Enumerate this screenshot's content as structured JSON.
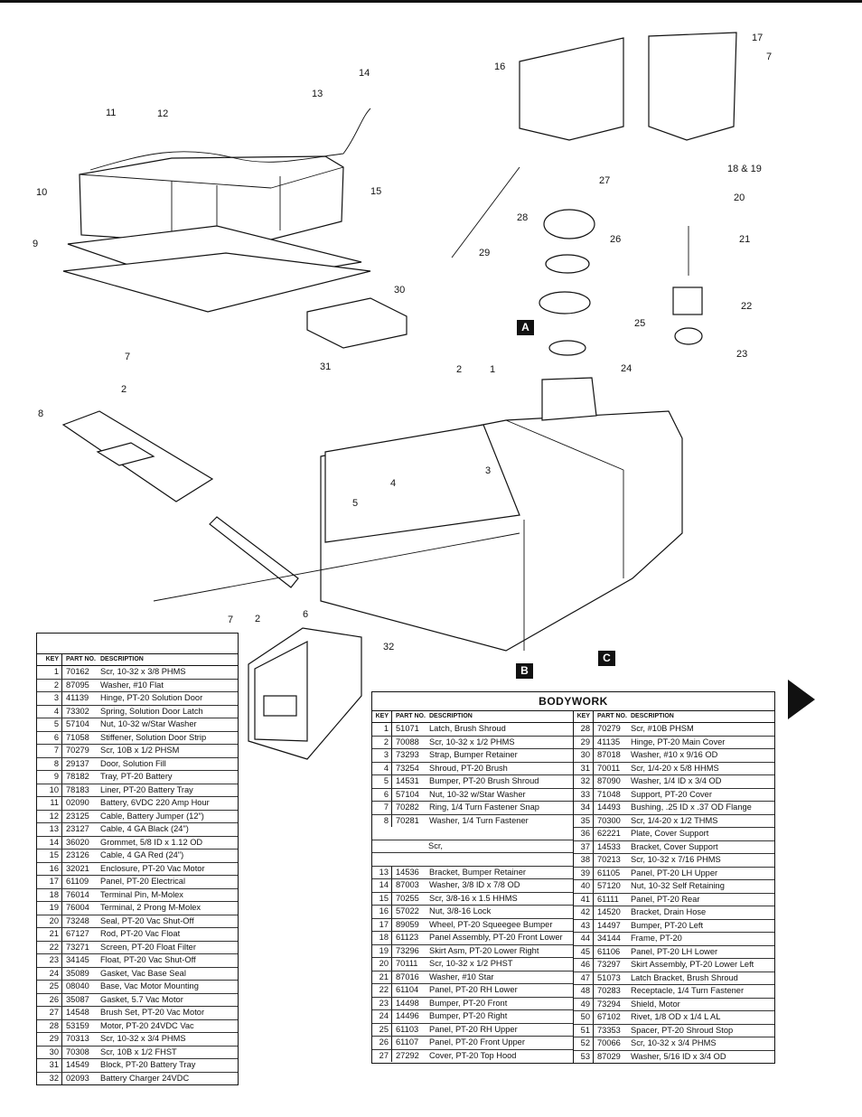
{
  "markers": {
    "a": "A",
    "b": "B",
    "c": "C"
  },
  "callouts": [
    "1",
    "2",
    "2",
    "2",
    "3",
    "4",
    "5",
    "6",
    "7",
    "7",
    "7",
    "8",
    "9",
    "10",
    "11",
    "12",
    "13",
    "14",
    "15",
    "16",
    "17",
    "18 & 19",
    "20",
    "21",
    "22",
    "23",
    "24",
    "25",
    "26",
    "27",
    "28",
    "29",
    "30",
    "31",
    "32"
  ],
  "left_table": {
    "headers": {
      "key": "KEY",
      "part_no": "PART NO.",
      "description": "DESCRIPTION"
    },
    "rows": [
      {
        "key": "1",
        "part": "70162",
        "desc": "Scr, 10-32 x 3/8 PHMS"
      },
      {
        "key": "2",
        "part": "87095",
        "desc": "Washer, #10 Flat"
      },
      {
        "key": "3",
        "part": "41139",
        "desc": "Hinge, PT-20 Solution Door"
      },
      {
        "key": "4",
        "part": "73302",
        "desc": "Spring, Solution Door Latch"
      },
      {
        "key": "5",
        "part": "57104",
        "desc": "Nut, 10-32 w/Star Washer"
      },
      {
        "key": "6",
        "part": "71058",
        "desc": "Stiffener, Solution Door Strip"
      },
      {
        "key": "7",
        "part": "70279",
        "desc": "Scr, 10B x 1/2 PHSM"
      },
      {
        "key": "8",
        "part": "29137",
        "desc": "Door, Solution Fill"
      },
      {
        "key": "9",
        "part": "78182",
        "desc": "Tray, PT-20 Battery"
      },
      {
        "key": "10",
        "part": "78183",
        "desc": "Liner, PT-20 Battery Tray"
      },
      {
        "key": "11",
        "part": "02090",
        "desc": "Battery, 6VDC 220 Amp Hour"
      },
      {
        "key": "12",
        "part": "23125",
        "desc": "Cable, Battery Jumper (12\")"
      },
      {
        "key": "13",
        "part": "23127",
        "desc": "Cable, 4 GA Black (24\")"
      },
      {
        "key": "14",
        "part": "36020",
        "desc": "Grommet, 5/8 ID x 1.12 OD"
      },
      {
        "key": "15",
        "part": "23126",
        "desc": "Cable, 4 GA Red (24\")"
      },
      {
        "key": "16",
        "part": "32021",
        "desc": "Enclosure, PT-20 Vac Motor"
      },
      {
        "key": "17",
        "part": "61109",
        "desc": "Panel, PT-20 Electrical"
      },
      {
        "key": "18",
        "part": "76014",
        "desc": "Terminal Pin, M-Molex"
      },
      {
        "key": "19",
        "part": "76004",
        "desc": "Terminal, 2 Prong M-Molex"
      },
      {
        "key": "20",
        "part": "73248",
        "desc": "Seal, PT-20 Vac Shut-Off"
      },
      {
        "key": "21",
        "part": "67127",
        "desc": "Rod, PT-20 Vac Float"
      },
      {
        "key": "22",
        "part": "73271",
        "desc": "Screen, PT-20 Float Filter"
      },
      {
        "key": "23",
        "part": "34145",
        "desc": "Float, PT-20 Vac Shut-Off"
      },
      {
        "key": "24",
        "part": "35089",
        "desc": "Gasket, Vac Base Seal"
      },
      {
        "key": "25",
        "part": "08040",
        "desc": "Base, Vac Motor Mounting"
      },
      {
        "key": "26",
        "part": "35087",
        "desc": "Gasket, 5.7 Vac Motor"
      },
      {
        "key": "27",
        "part": "14548",
        "desc": "Brush Set, PT-20 Vac Motor"
      },
      {
        "key": "28",
        "part": "53159",
        "desc": "Motor, PT-20 24VDC Vac"
      },
      {
        "key": "29",
        "part": "70313",
        "desc": "Scr, 10-32 x 3/4 PHMS"
      },
      {
        "key": "30",
        "part": "70308",
        "desc": "Scr, 10B x 1/2 FHST"
      },
      {
        "key": "31",
        "part": "14549",
        "desc": "Block, PT-20 Battery Tray"
      },
      {
        "key": "32",
        "part": "02093",
        "desc": "Battery Charger 24VDC"
      }
    ]
  },
  "right_table": {
    "title": "BODYWORK",
    "headers": {
      "key": "KEY",
      "part_no": "PART NO.",
      "description": "DESCRIPTION"
    },
    "left_rows": [
      {
        "key": "1",
        "part": "51071",
        "desc": "Latch, Brush Shroud"
      },
      {
        "key": "2",
        "part": "70088",
        "desc": "Scr, 10-32 x 1/2 PHMS"
      },
      {
        "key": "3",
        "part": "73293",
        "desc": "Strap, Bumper Retainer"
      },
      {
        "key": "4",
        "part": "73254",
        "desc": "Shroud, PT-20 Brush"
      },
      {
        "key": "5",
        "part": "14531",
        "desc": "Bumper, PT-20 Brush Shroud"
      },
      {
        "key": "6",
        "part": "57104",
        "desc": "Nut, 10-32 w/Star Washer"
      },
      {
        "key": "7",
        "part": "70282",
        "desc": "Ring, 1/4 Turn Fastener Snap"
      },
      {
        "key": "8",
        "part": "70281",
        "desc": "Washer, 1/4 Turn Fastener"
      }
    ],
    "partial_note": "Scr,",
    "left_rows_2": [
      {
        "key": "13",
        "part": "14536",
        "desc": "Bracket, Bumper Retainer"
      },
      {
        "key": "14",
        "part": "87003",
        "desc": "Washer, 3/8 ID x 7/8 OD"
      },
      {
        "key": "15",
        "part": "70255",
        "desc": "Scr, 3/8-16 x 1.5 HHMS"
      },
      {
        "key": "16",
        "part": "57022",
        "desc": "Nut, 3/8-16 Lock"
      },
      {
        "key": "17",
        "part": "89059",
        "desc": "Wheel, PT-20 Squeegee Bumper"
      },
      {
        "key": "18",
        "part": "61123",
        "desc": "Panel Assembly, PT-20 Front Lower"
      },
      {
        "key": "19",
        "part": "73296",
        "desc": "Skirt Asm, PT-20 Lower Right"
      },
      {
        "key": "20",
        "part": "70111",
        "desc": "Scr, 10-32 x 1/2 PHST"
      },
      {
        "key": "21",
        "part": "87016",
        "desc": "Washer, #10 Star"
      },
      {
        "key": "22",
        "part": "61104",
        "desc": "Panel, PT-20 RH Lower"
      },
      {
        "key": "23",
        "part": "14498",
        "desc": "Bumper, PT-20 Front"
      },
      {
        "key": "24",
        "part": "14496",
        "desc": "Bumper, PT-20 Right"
      },
      {
        "key": "25",
        "part": "61103",
        "desc": "Panel, PT-20 RH Upper"
      },
      {
        "key": "26",
        "part": "61107",
        "desc": "Panel, PT-20 Front Upper"
      },
      {
        "key": "27",
        "part": "27292",
        "desc": "Cover, PT-20 Top Hood"
      }
    ],
    "right_rows": [
      {
        "key": "28",
        "part": "70279",
        "desc": "Scr, #10B  PHSM"
      },
      {
        "key": "29",
        "part": "41135",
        "desc": "Hinge, PT-20 Main Cover"
      },
      {
        "key": "30",
        "part": "87018",
        "desc": "Washer, #10 x 9/16 OD"
      },
      {
        "key": "31",
        "part": "70011",
        "desc": "Scr, 1/4-20 x 5/8 HHMS"
      },
      {
        "key": "32",
        "part": "87090",
        "desc": "Washer, 1/4 ID x 3/4 OD"
      },
      {
        "key": "33",
        "part": "71048",
        "desc": "Support, PT-20 Cover"
      },
      {
        "key": "34",
        "part": "14493",
        "desc": "Bushing, .25 ID x .37 OD Flange"
      },
      {
        "key": "35",
        "part": "70300",
        "desc": "Scr, 1/4-20 x 1/2 THMS"
      },
      {
        "key": "36",
        "part": "62221",
        "desc": "Plate, Cover Support"
      },
      {
        "key": "37",
        "part": "14533",
        "desc": "Bracket, Cover Support"
      },
      {
        "key": "38",
        "part": "70213",
        "desc": "Scr, 10-32 x 7/16 PHMS"
      },
      {
        "key": "39",
        "part": "61105",
        "desc": "Panel, PT-20 LH Upper"
      },
      {
        "key": "40",
        "part": "57120",
        "desc": "Nut, 10-32 Self Retaining"
      },
      {
        "key": "41",
        "part": "61111",
        "desc": "Panel, PT-20 Rear"
      },
      {
        "key": "42",
        "part": "14520",
        "desc": "Bracket, Drain Hose"
      },
      {
        "key": "43",
        "part": "14497",
        "desc": "Bumper, PT-20 Left"
      },
      {
        "key": "44",
        "part": "34144",
        "desc": "Frame, PT-20"
      },
      {
        "key": "45",
        "part": "61106",
        "desc": "Panel, PT-20 LH Lower"
      },
      {
        "key": "46",
        "part": "73297",
        "desc": "Skirt Assembly, PT-20 Lower Left"
      },
      {
        "key": "47",
        "part": "51073",
        "desc": "Latch Bracket, Brush Shroud"
      },
      {
        "key": "48",
        "part": "70283",
        "desc": "Receptacle, 1/4 Turn Fastener"
      },
      {
        "key": "49",
        "part": "73294",
        "desc": "Shield, Motor"
      },
      {
        "key": "50",
        "part": "67102",
        "desc": "Rivet, 1/8 OD x 1/4 L  AL"
      },
      {
        "key": "51",
        "part": "73353",
        "desc": "Spacer, PT-20 Shroud Stop"
      },
      {
        "key": "52",
        "part": "70066",
        "desc": "Scr, 10-32 x 3/4 PHMS"
      },
      {
        "key": "53",
        "part": "87029",
        "desc": "Washer, 5/16 ID x 3/4 OD"
      }
    ]
  }
}
